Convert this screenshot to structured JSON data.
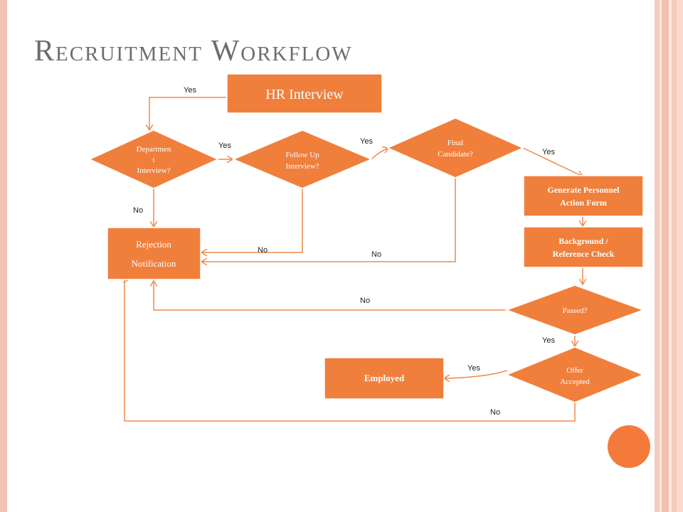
{
  "slide": {
    "title": "Recruitment Workflow",
    "colors": {
      "node_fill": "#f07f3c",
      "line": "#ef8a4f",
      "accent_circle": "#f47a3c",
      "title": "#6d6d6d"
    }
  },
  "nodes": {
    "hr_interview": "HR Interview",
    "department_interview": [
      "Departmen",
      "t",
      "Interview?"
    ],
    "follow_up_interview": [
      "Follow Up",
      "Interview?"
    ],
    "final_candidate": [
      "Final",
      "Candidate?"
    ],
    "generate_personnel_action_form": [
      "Generate Personnel",
      "Action Form"
    ],
    "background_reference_check": [
      "Background /",
      "Reference Check"
    ],
    "rejection_notification": [
      "Rejection",
      "Notification"
    ],
    "passed": "Passed?",
    "offer_accepted": [
      "Offer",
      "Accepted"
    ],
    "employed": "Employed"
  },
  "edge_labels": {
    "hr_to_department": "Yes",
    "department_to_followup": "Yes",
    "followup_to_final": "Yes",
    "final_to_generate": "Yes",
    "department_to_rejection": "No",
    "followup_to_rejection": "No",
    "final_to_rejection": "No",
    "passed_to_rejection": "No",
    "passed_to_offer": "Yes",
    "offer_to_employed": "Yes",
    "offer_to_rejection": "No"
  }
}
